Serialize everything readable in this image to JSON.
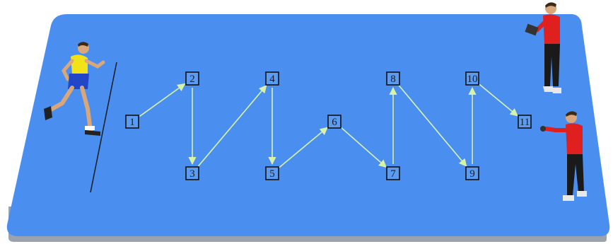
{
  "diagram": {
    "field": {
      "surface_color": "#4a8ff0",
      "edge_color": "#9aa3ad",
      "line_color": "#1a1a1a"
    },
    "path": {
      "arrow_color": "#d8f3a8"
    },
    "cones": [
      {
        "label": "1"
      },
      {
        "label": "2"
      },
      {
        "label": "3"
      },
      {
        "label": "4"
      },
      {
        "label": "5"
      },
      {
        "label": "6"
      },
      {
        "label": "7"
      },
      {
        "label": "8"
      },
      {
        "label": "9"
      },
      {
        "label": "10"
      },
      {
        "label": "11"
      }
    ],
    "route": [
      "1",
      "2",
      "3",
      "4",
      "5",
      "6",
      "7",
      "8",
      "9",
      "10",
      "11"
    ],
    "figures": [
      {
        "role": "runner",
        "shirt_color": "#f2e21a",
        "shorts_color": "#2146c7"
      },
      {
        "role": "coach-with-tablet",
        "shirt_color": "#e0201e",
        "pants_color": "#1a1a1a"
      },
      {
        "role": "timer-with-stopwatch",
        "shirt_color": "#e0201e",
        "pants_color": "#1a1a1a"
      }
    ]
  }
}
